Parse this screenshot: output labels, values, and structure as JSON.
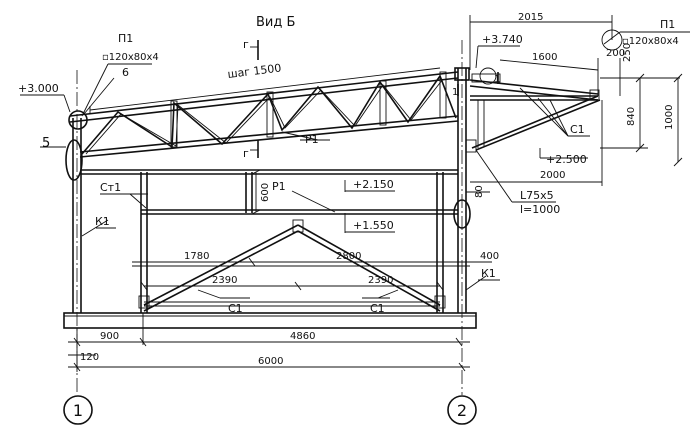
{
  "view_title": "Вид Б",
  "section_marker": "г",
  "elevations": {
    "ridge_left": "+3.000",
    "ridge_right": "+3.740",
    "canopy_bottom": "+2.500",
    "beam_top": "+2.150",
    "beam_mid": "+1.550"
  },
  "labels": {
    "pitch": "шаг 1500",
    "p1": "П1",
    "p1_section": "▫120х80х4",
    "p1_right": "П1",
    "p1_right_section": "▫120х80х4",
    "p1_mid": "Р1",
    "p1_lower": "Р1",
    "st1": "Ст1",
    "k1_left": "К1",
    "k1_right": "К1",
    "c1_right": "С1",
    "c1_bottom_left": "С1",
    "c1_bottom_right": "С1",
    "angle": "L75х5",
    "angle_len": "l=1000",
    "node6": "6",
    "node5": "5",
    "cut_1": "1",
    "cut_1b": "1"
  },
  "dimensions": {
    "d2015": "2015",
    "d1600": "1600",
    "d200": "200",
    "d250": "250",
    "d840": "840",
    "d1000": "1000",
    "d2000": "2000",
    "d600": "600",
    "d1780": "1780",
    "d2800": "2800",
    "d2390a": "2390",
    "d2390b": "2390",
    "d400": "400",
    "d80": "80",
    "d900": "900",
    "d4860": "4860",
    "d120": "120",
    "d6000": "6000"
  },
  "axes": {
    "axis1": "1",
    "axis2": "2"
  }
}
